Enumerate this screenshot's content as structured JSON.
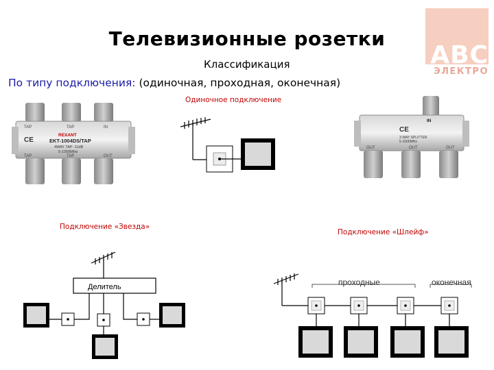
{
  "slide": {
    "title": "Телевизионные розетки",
    "subtitle": "Классификация",
    "classification_label": "По типу подключения:",
    "classification_text": " (одиночная, проходная, оконечная)"
  },
  "logo": {
    "abc": "ABC",
    "elektro": "ЭЛЕКТРО"
  },
  "captions": {
    "single": "Одиночное подключение",
    "star": "Подключение «Звезда»",
    "loop": "Подключение «Шлейф»"
  },
  "diagrams": {
    "splitter_label": "Делитель",
    "passthrough_label": "проходные",
    "terminal_label": "оконечная"
  },
  "device_left": {
    "brand": "REXANT",
    "model": "EKT-1004DS/TAP",
    "spec1": "4WAY TAP -11dB",
    "spec2": "5-1000MHz",
    "port_tap": "TAP",
    "port_in": "IN",
    "port_out": "OUT",
    "ce": "CE"
  },
  "device_right": {
    "port_in": "IN",
    "spec1": "3-WAY SPLITTER",
    "spec2": "5-1000MHz",
    "port_out": "OUT",
    "ce": "CE"
  },
  "colors": {
    "title": "#000000",
    "label_blue": "#1a1aa8",
    "caption_red": "#c00000",
    "logo_bg": "#f6cfc0"
  }
}
